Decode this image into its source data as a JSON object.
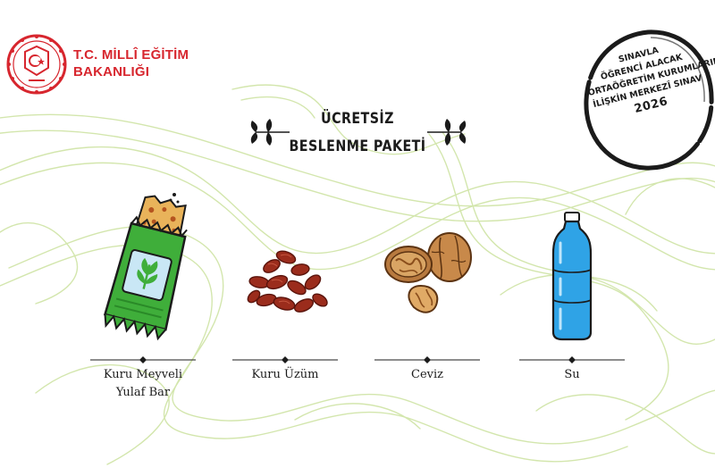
{
  "header": {
    "ministry_line1": "T.C. MİLLÎ EĞİTİM",
    "ministry_line2": "BAKANLIĞI"
  },
  "title": {
    "line1": "ÜCRETSİZ",
    "line2": "BESLENME PAKETİ"
  },
  "stamp": {
    "line1": "SINAVLA",
    "line2": "ÖĞRENCİ ALACAK",
    "line3": "ORTAÖĞRETİM KURUMLARINA",
    "line4": "İLİŞKİN MERKEZÎ SINAV",
    "year": "2026"
  },
  "items": [
    {
      "label_line1": "Kuru Meyveli",
      "label_line2": "Yulaf Bar",
      "icon": "oat-bar-icon"
    },
    {
      "label_line1": "Kuru Üzüm",
      "label_line2": "",
      "icon": "raisins-icon"
    },
    {
      "label_line1": "Ceviz",
      "label_line2": "",
      "icon": "walnut-icon"
    },
    {
      "label_line1": "Su",
      "label_line2": "",
      "icon": "water-bottle-icon"
    }
  ],
  "colors": {
    "brand_red": "#d7262e",
    "wave_green": "#cfe3a8",
    "bar_green": "#3fae3a",
    "bottle_blue": "#2fa3e6",
    "text_dark": "#1b1b1b"
  }
}
